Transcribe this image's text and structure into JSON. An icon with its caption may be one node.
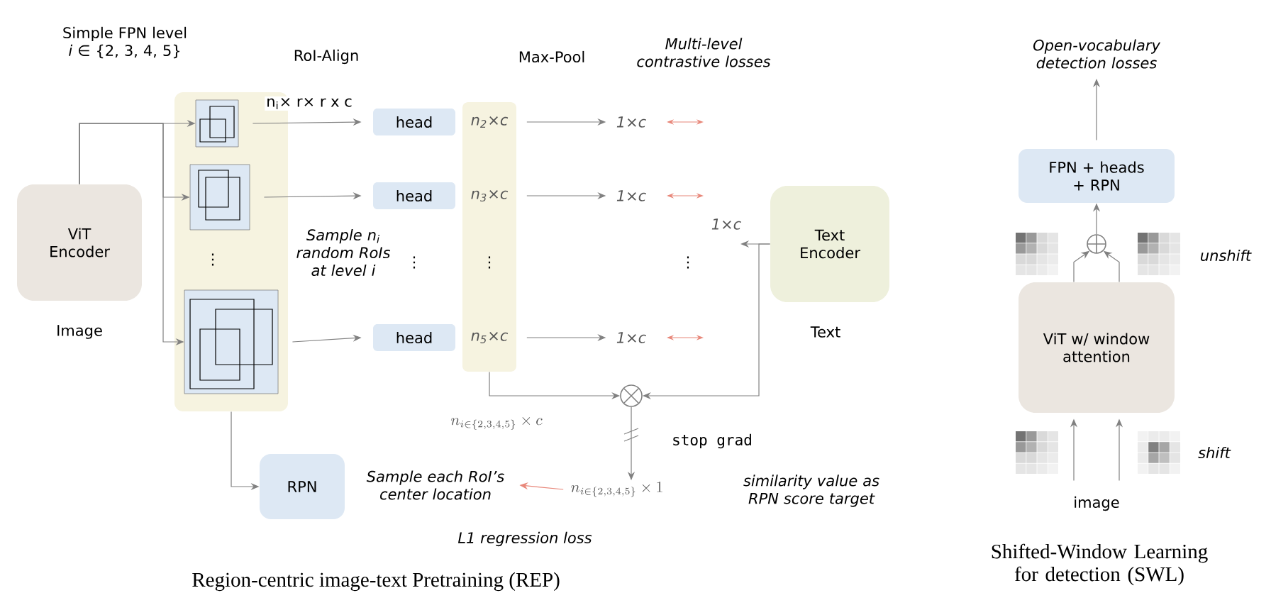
{
  "diagram": {
    "nodes": [
      {
        "text": [
          "ViT Encoder"
        ],
        "beside": [
          "Image"
        ]
      },
      {
        "text": [],
        "shape": "box"
      },
      {
        "text": [],
        "shape": "box",
        "in": 1
      },
      {
        "text": [],
        "shape": "box",
        "in": 1
      },
      {
        "text": [],
        "shape": "box",
        "in": 1
      },
      {
        "text": [
          "head"
        ]
      },
      {
        "text": [
          "head"
        ]
      },
      {
        "text": [
          "head"
        ]
      },
      {
        "text": [],
        "shape": "box"
      },
      {
        "text": [
          "n$_{2}$×c"
        ],
        "in": 8
      },
      {
        "text": [
          "n$_{3}$×c"
        ],
        "in": 8
      },
      {
        "text": [
          "n$_{5}$×c"
        ],
        "in": 8
      },
      {
        "text": [
          "1×c"
        ]
      },
      {
        "text": [
          "1×c"
        ]
      },
      {
        "text": [
          "1×c"
        ]
      },
      {
        "text": [
          "Text Encoder"
        ],
        "beside": [
          "Text"
        ]
      },
      {
        "text": [],
        "shape": "circle"
      },
      {
        "text": [
          "RPN"
        ]
      },
      {
        "text": [
          "n_{i\\in\\{2,3,4,5\\}}\\times 1"
        ]
      },
      {
        "text": [
          "Sample each RoI’s center location"
        ]
      },
      {
        "text": [
          "Open-vocabulary detection losses"
        ]
      },
      {
        "text": [
          "FPN + heads + RPN"
        ]
      },
      {
        "text": [],
        "shape": "circle"
      },
      {
        "text": [
          "ViT w/ window attention"
        ]
      },
      {
        "text": [
          "image"
        ]
      }
    ],
    "edges": [
      {
        "from": 0,
        "to": 2,
        "arrow": "to"
      },
      {
        "from": 0,
        "to": 3,
        "arrow": "to"
      },
      {
        "from": 0,
        "to": 4,
        "arrow": "to"
      },
      {
        "from": 2,
        "to": 5,
        "arrow": "to",
        "label": "n$_{i}$× r× r x c"
      },
      {
        "from": 3,
        "to": 6,
        "arrow": "to"
      },
      {
        "from": 4,
        "to": 7,
        "arrow": "to"
      },
      {
        "from": 9,
        "to": 12,
        "arrow": "to"
      },
      {
        "from": 10,
        "to": 13,
        "arrow": "to"
      },
      {
        "from": 11,
        "to": 14,
        "arrow": "to"
      },
      {
        "from": 8,
        "to": 16,
        "arrow": "to",
        "label": "n_{i\\in\\{2,3,4,5\\}}\\times c"
      },
      {
        "from": 15,
        "to": 16,
        "arrow": "to"
      },
      {
        "from": 15,
        "to": null,
        "arrow": "to",
        "label": "1×c"
      },
      {
        "from": 16,
        "to": 18,
        "arrow": "to",
        "label": "stop grad"
      },
      {
        "from": 18,
        "to": 19,
        "arrow": "to",
        "color": "#e8877a"
      },
      {
        "from": 1,
        "to": 17,
        "arrow": "to"
      },
      {
        "from": 21,
        "to": 20,
        "arrow": "to"
      },
      {
        "from": 22,
        "to": 21,
        "arrow": "to"
      },
      {
        "from": 23,
        "to": 22,
        "arrow": "to"
      },
      {
        "from": 23,
        "to": 22,
        "arrow": "to"
      },
      {
        "from": 24,
        "to": 23,
        "arrow": "to"
      },
      {
        "from": 24,
        "to": 23,
        "arrow": "to"
      }
    ],
    "labels": [
      "Simple FPN level *i* ∈ {2, 3, 4, 5}",
      "RoI-Align",
      "Max-Pool",
      "Multi-level contrastive losses",
      "Sample n$_{i}$ random RoIs at level i",
      "⋮",
      "⋮",
      "⋮",
      "⋮",
      "similarity value as RPN score target",
      "L1 regression loss",
      "Region-centric image-text Pretraining (REP)",
      "Shifted-Window Learning for detection (SWL)",
      "unshift",
      "shift"
    ]
  }
}
